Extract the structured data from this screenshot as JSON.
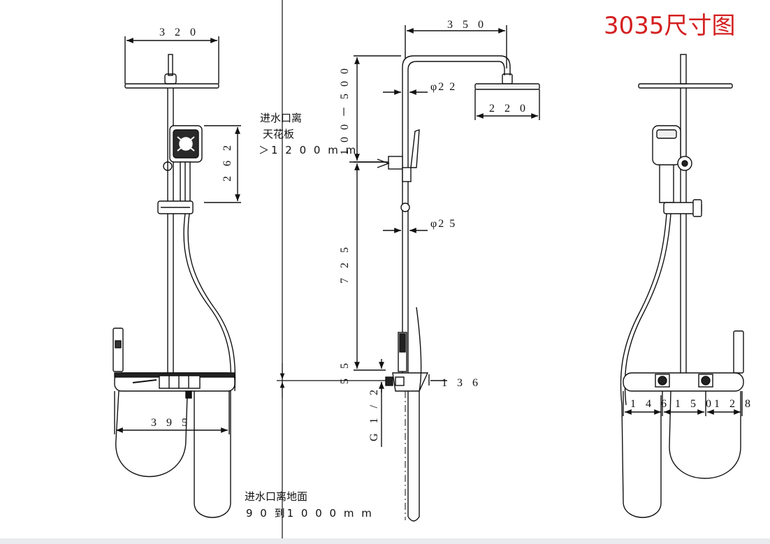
{
  "title": "3035尺寸图",
  "front_view": {
    "top_width": "3 2 0",
    "handshower_height": "2 6 2",
    "shelf_width": "3 9 5"
  },
  "side_view": {
    "arm_length": "3 5 0",
    "pipe_dia_top": "φ2 2",
    "head_dia": "2 2 0",
    "ceiling_range": "1 0 0 － 5 0 0",
    "pipe_dia_lower": "φ2 5",
    "rail_length": "7 2 5",
    "inlet_offset": "5 5",
    "thread": "G 1 / 2",
    "valve_depth": "1 3 6"
  },
  "notes": {
    "ceiling_line1": "进水口离",
    "ceiling_line2": "天花板",
    "ceiling_line3": "＞1 2 0 0 m m",
    "floor_line1": "进水口离地面",
    "floor_line2": "9 0 到1 0 0 0 m m"
  },
  "rear_view": {
    "left_offset": "1 4 6",
    "centers": "1 5 0",
    "right_offset": "1 2 8"
  }
}
